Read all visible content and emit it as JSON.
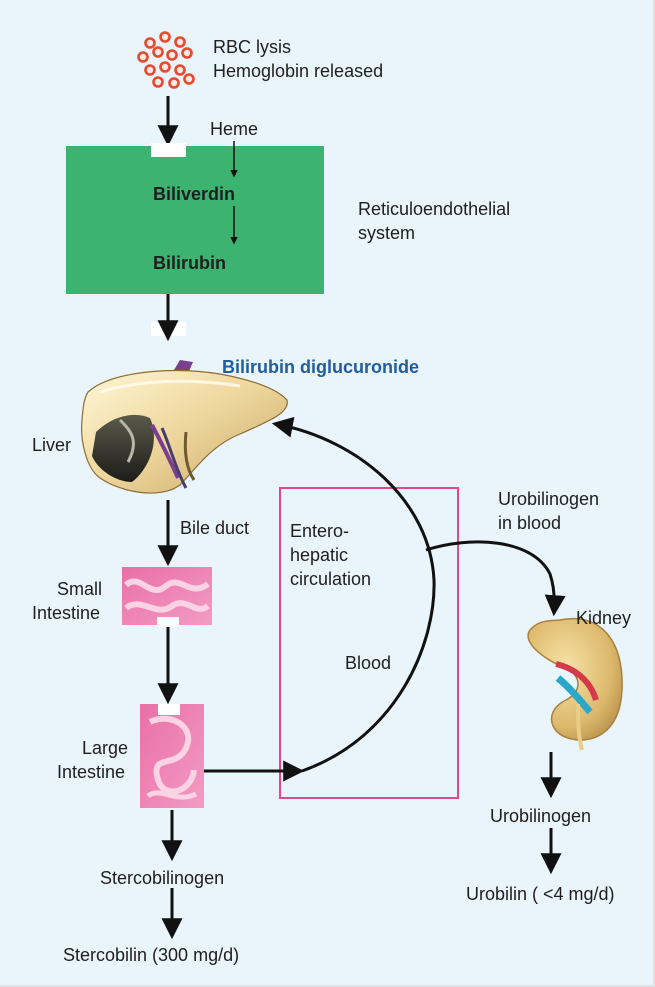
{
  "labels": {
    "rbc_lysis": "RBC lysis",
    "hemoglobin_released": "Hemoglobin released",
    "heme": "Heme",
    "biliverdin": "Biliverdin",
    "bilirubin": "Bilirubin",
    "reticuloendothelial": "Reticuloendothelial",
    "system": "system",
    "bilirubin_diglucuronide": "Bilirubin diglucuronide",
    "liver": "Liver",
    "bile_duct": "Bile duct",
    "small": "Small",
    "intestine": "Intestine",
    "large": "Large",
    "stercobilinogen": "Stercobilinogen",
    "stercobilin": "Stercobilin (300 mg/d)",
    "entero": "Entero-",
    "hepatic": "hepatic",
    "circulation": "circulation",
    "blood": "Blood",
    "urobilinogen": "Urobilinogen",
    "in_blood": "in blood",
    "kidney": "Kidney",
    "urobilin": "Urobilin ( <4 mg/d)"
  },
  "colors": {
    "background": "#e9f4fb",
    "re_box": "#3db372",
    "enterohepatic_box": "#e0478f",
    "highlight_text": "#1f5d9e",
    "rbc": "#e64a2e"
  },
  "icons": [
    "rbc-cluster-icon",
    "liver-icon",
    "small-intestine-icon",
    "large-intestine-icon",
    "kidney-icon"
  ]
}
